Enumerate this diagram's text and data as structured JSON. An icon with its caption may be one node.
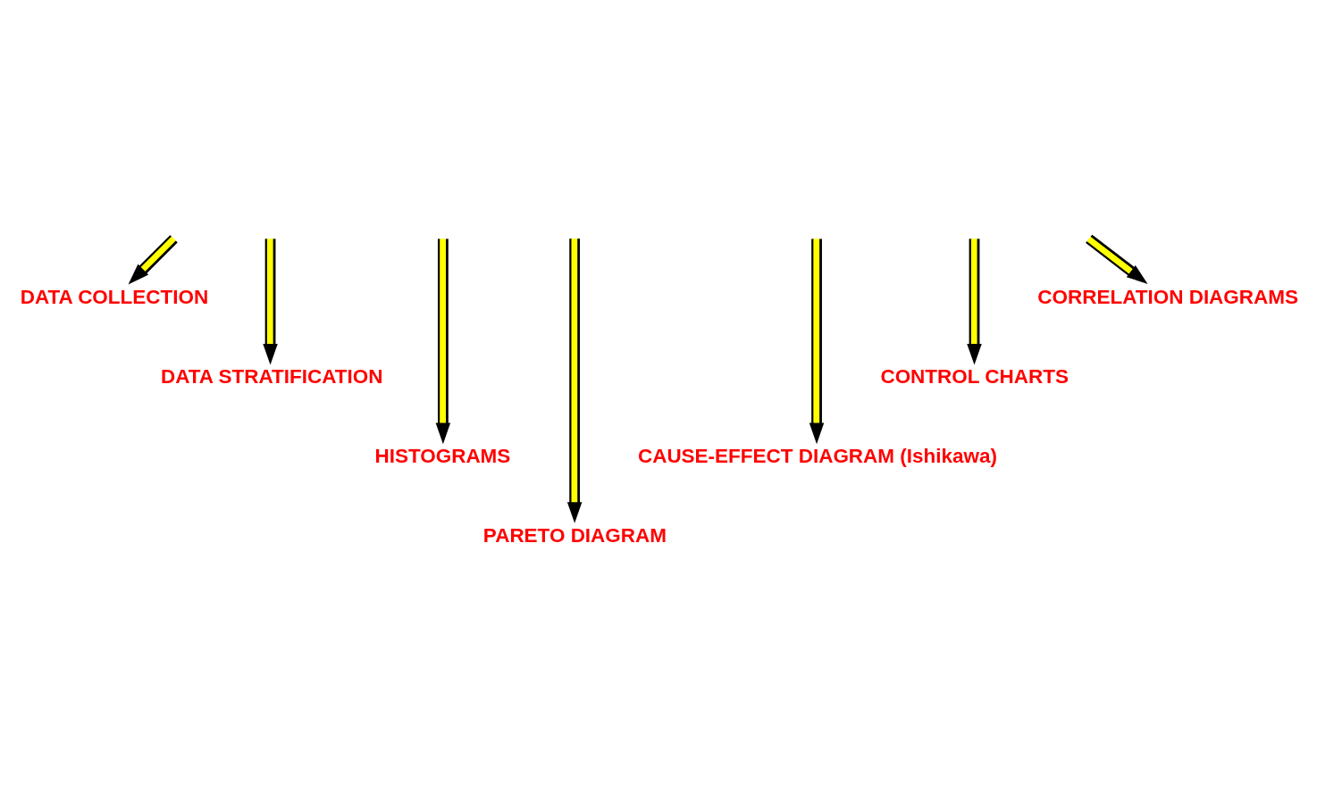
{
  "diagram": {
    "nodes": [
      {
        "text": [
          "DATA COLLECTION"
        ]
      },
      {
        "text": [
          "DATA STRATIFICATION"
        ]
      },
      {
        "text": [
          "HISTOGRAMS"
        ]
      },
      {
        "text": [
          "PARETO DIAGRAM"
        ]
      },
      {
        "text": [
          "CAUSE-EFFECT DIAGRAM (Ishikawa)"
        ]
      },
      {
        "text": [
          "CONTROL CHARTS"
        ]
      },
      {
        "text": [
          "CORRELATION DIAGRAMS"
        ]
      }
    ],
    "edges": [
      {
        "from": null,
        "to": 0,
        "arrow": "to"
      },
      {
        "from": null,
        "to": 1,
        "arrow": "to"
      },
      {
        "from": null,
        "to": 2,
        "arrow": "to"
      },
      {
        "from": null,
        "to": 3,
        "arrow": "to"
      },
      {
        "from": null,
        "to": 4,
        "arrow": "to"
      },
      {
        "from": null,
        "to": 5,
        "arrow": "to"
      },
      {
        "from": null,
        "to": 6,
        "arrow": "to"
      }
    ]
  }
}
